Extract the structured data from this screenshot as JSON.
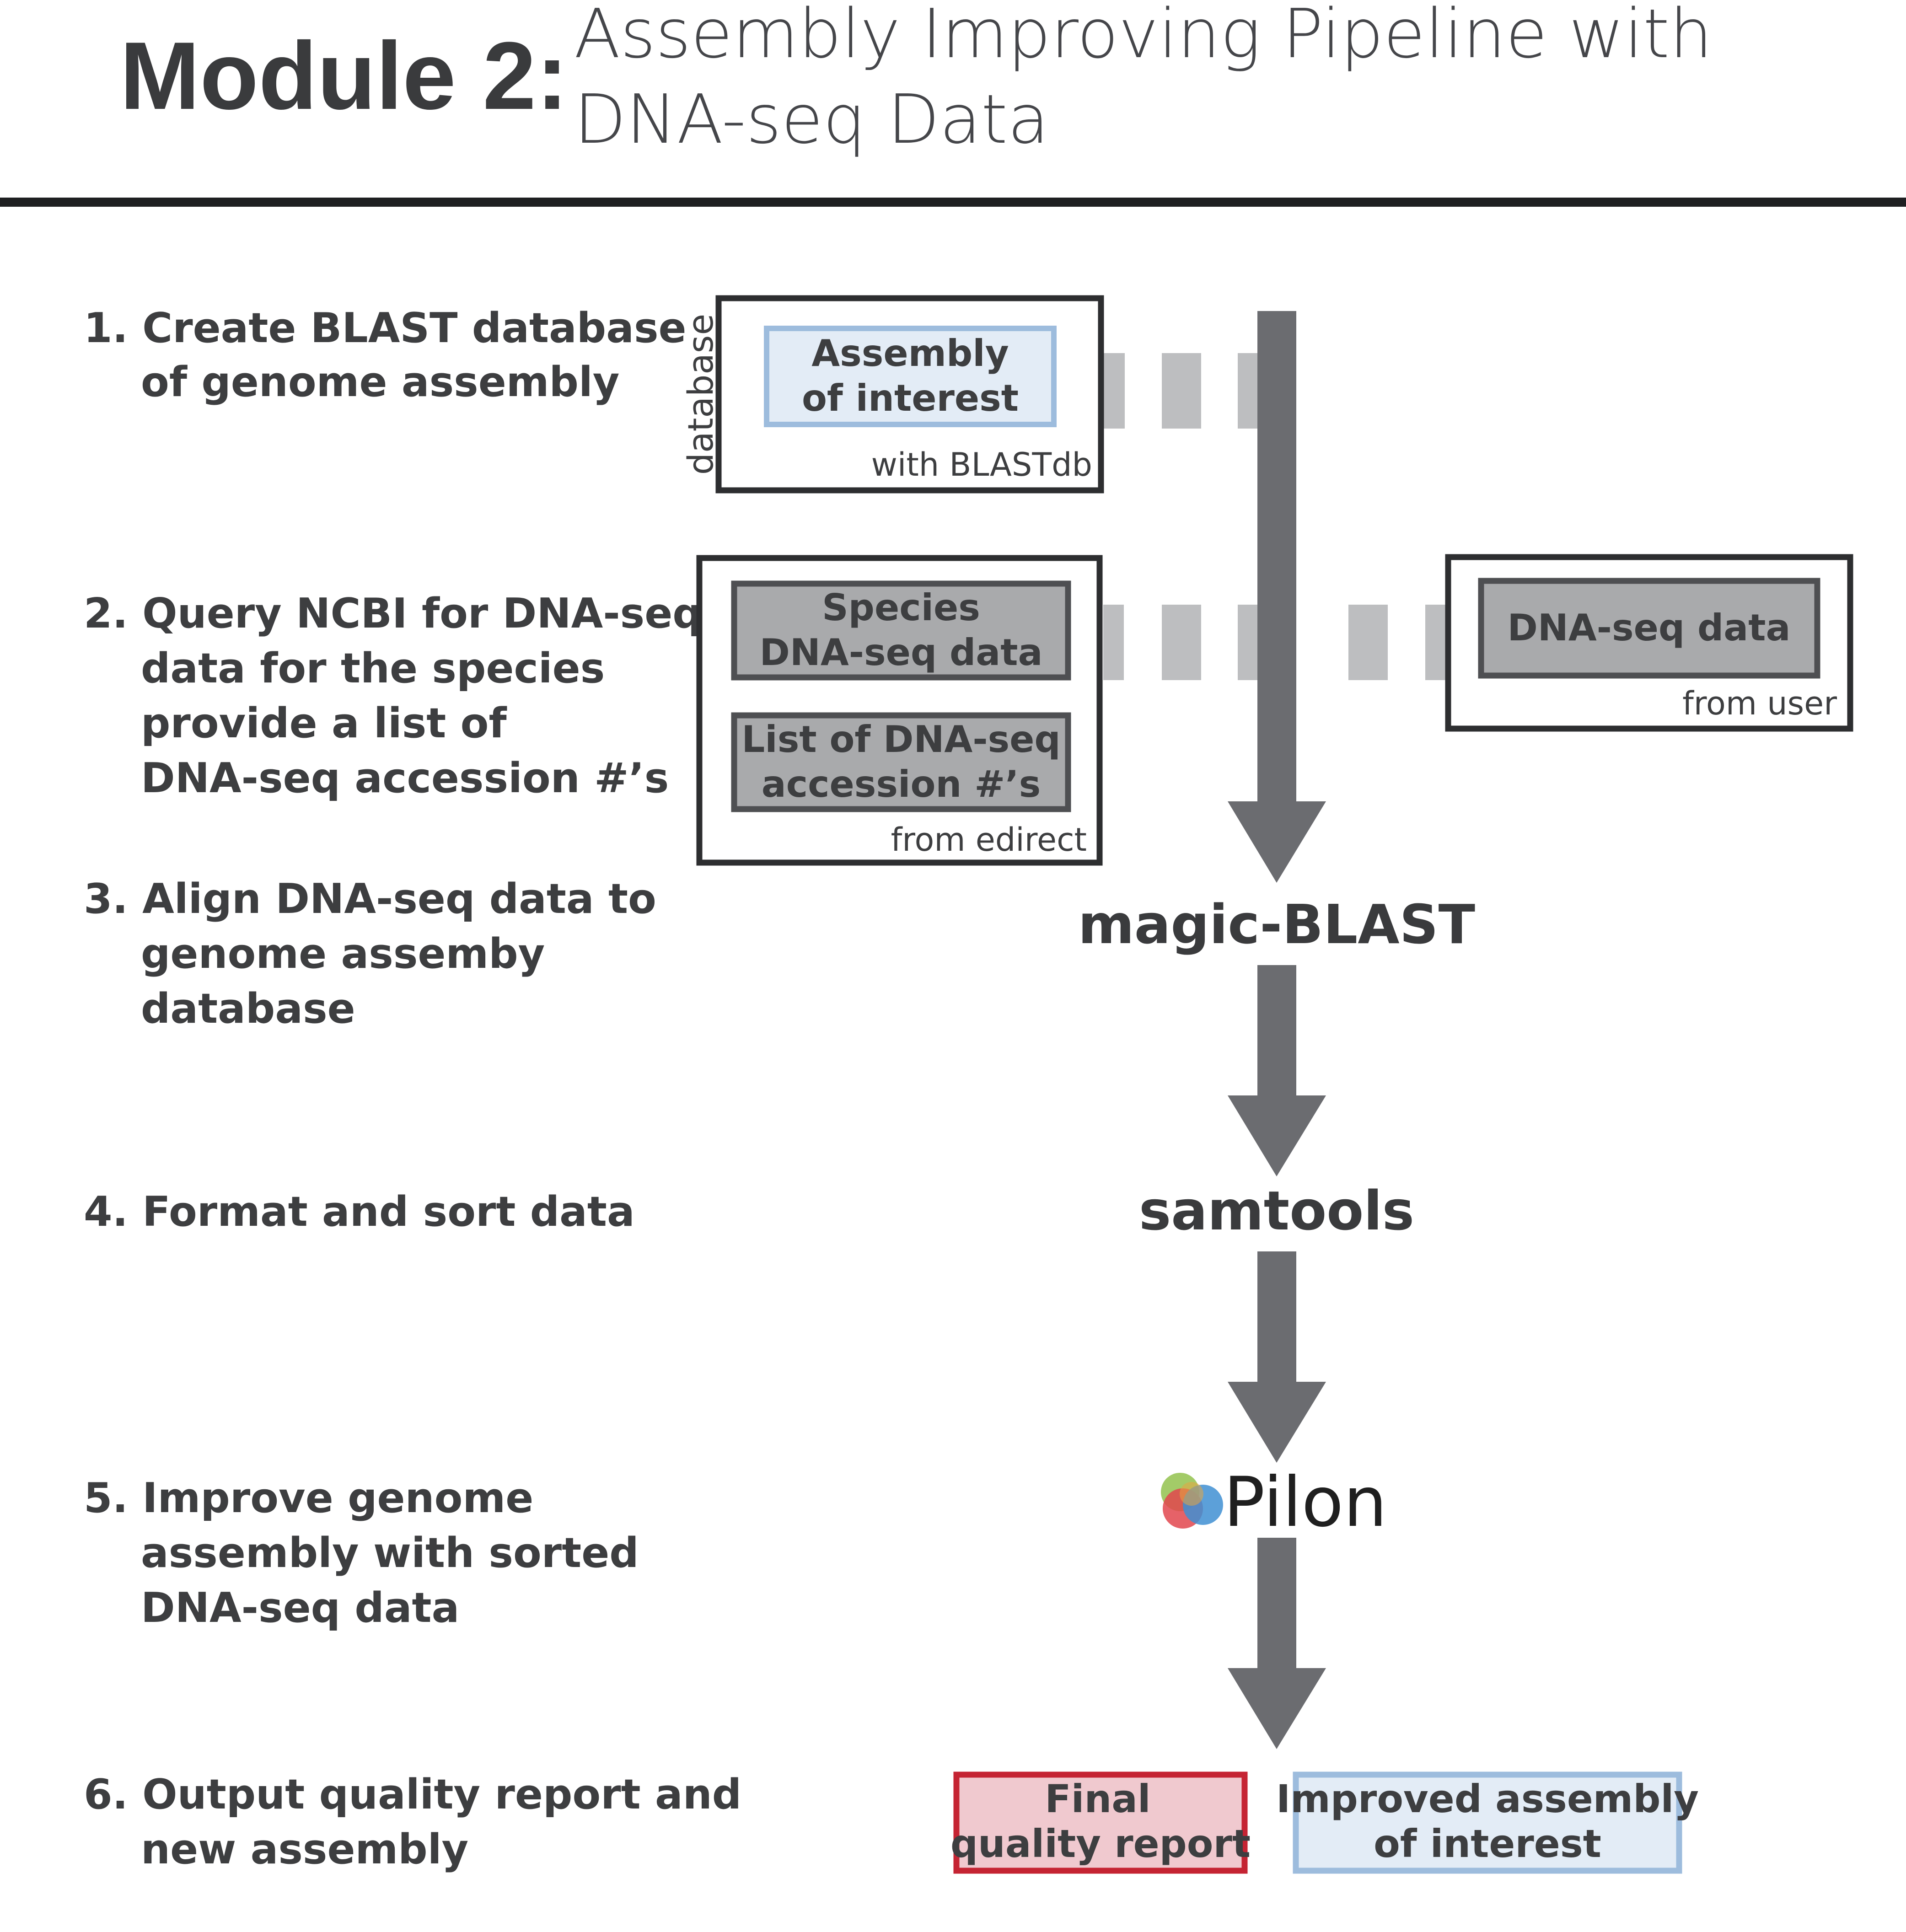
{
  "title": {
    "module": "Module 2:",
    "subtitle_line1": "Assembly Improving Pipeline with",
    "subtitle_line2": "DNA-seq Data"
  },
  "steps": [
    {
      "lines": [
        "1. Create BLAST database",
        "of genome assembly"
      ]
    },
    {
      "lines": [
        "2. Query NCBI for DNA-seq",
        "data for the species",
        "provide a list of",
        "DNA-seq accession #’s"
      ]
    },
    {
      "lines": [
        "3. Align DNA-seq data to",
        "genome assemby",
        "database"
      ]
    },
    {
      "lines": [
        "4. Format and sort data"
      ]
    },
    {
      "lines": [
        "5. Improve genome",
        "assembly with sorted",
        "DNA-seq data"
      ]
    },
    {
      "lines": [
        "6. Output quality report and",
        "new assembly"
      ]
    }
  ],
  "database_panel": {
    "side_label": "database",
    "assembly_box": [
      "Assembly",
      "of interest"
    ],
    "caption": "with BLASTdb"
  },
  "edirect_panel": {
    "species_box": [
      "Species",
      "DNA-seq data"
    ],
    "accession_box": [
      "List of DNA-seq",
      "accession #’s"
    ],
    "caption": "from edirect"
  },
  "user_panel": {
    "data_box": "DNA-seq data",
    "caption": "from user"
  },
  "tools": {
    "align": "magic-BLAST",
    "sort": "samtools",
    "improve": "Pilon"
  },
  "outputs": {
    "report": [
      "Final",
      "quality report"
    ],
    "assembly": [
      "Improved assembly",
      "of interest"
    ]
  },
  "colors": {
    "arrow": "#6b6c70",
    "dash": "#bdbec0",
    "gray_box_fill": "#a9aaac",
    "blue_box_fill": "#e3ecf6",
    "blue_box_stroke": "#9dbcdd",
    "red_box_fill": "#f0c9cf",
    "red_box_stroke": "#c52433",
    "dark_stroke": "#2d2e30"
  }
}
